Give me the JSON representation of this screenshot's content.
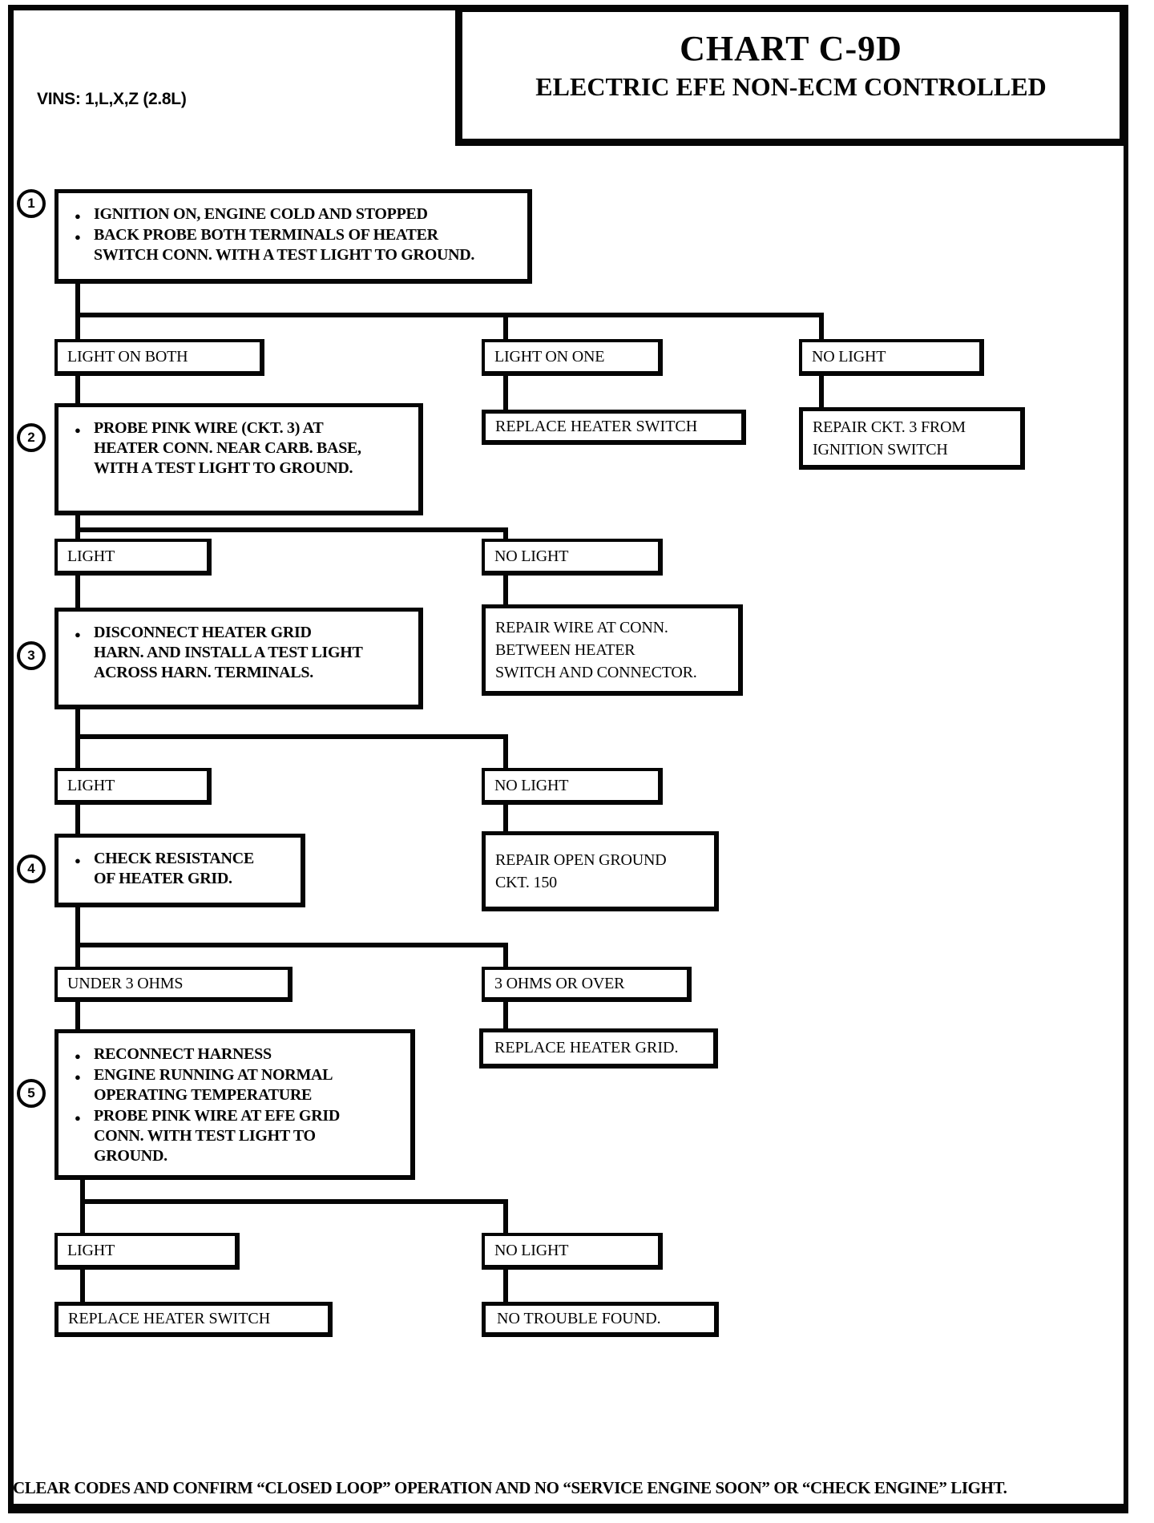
{
  "page": {
    "vins": "VINS: 1,L,X,Z (2.8L)",
    "title": "CHART C-9D",
    "subtitle": "ELECTRIC EFE NON-ECM CONTROLLED",
    "footer": "CLEAR CODES AND CONFIRM “CLOSED LOOP” OPERATION AND NO “SERVICE ENGINE SOON” OR “CHECK ENGINE” LIGHT."
  },
  "flow": {
    "step1": {
      "num": "1",
      "bullets": [
        [
          "IGNITION ON, ENGINE COLD AND STOPPED"
        ],
        [
          "BACK PROBE BOTH TERMINALS OF HEATER",
          "SWITCH CONN. WITH A TEST LIGHT TO GROUND."
        ]
      ]
    },
    "row1": {
      "left": "LIGHT ON BOTH",
      "mid": "LIGHT ON ONE",
      "right": "NO LIGHT"
    },
    "replace_switch_1": [
      "REPLACE HEATER SWITCH"
    ],
    "repair_ckt3": [
      "REPAIR CKT. 3 FROM",
      "IGNITION SWITCH"
    ],
    "step2": {
      "num": "2",
      "bullets": [
        [
          "PROBE PINK WIRE (CKT. 3) AT",
          "HEATER CONN. NEAR CARB. BASE,",
          "WITH A TEST LIGHT TO GROUND."
        ]
      ]
    },
    "row2": {
      "left": "LIGHT",
      "right": "NO LIGHT"
    },
    "repair_wire": [
      "REPAIR WIRE AT CONN.",
      "BETWEEN HEATER",
      "SWITCH AND CONNECTOR."
    ],
    "step3": {
      "num": "3",
      "bullets": [
        [
          "DISCONNECT HEATER GRID",
          "HARN. AND INSTALL A TEST LIGHT",
          "ACROSS HARN. TERMINALS."
        ]
      ]
    },
    "row3": {
      "left": "LIGHT",
      "right": "NO LIGHT"
    },
    "repair_ground": [
      "REPAIR OPEN GROUND",
      "CKT. 150"
    ],
    "step4": {
      "num": "4",
      "bullets": [
        [
          "CHECK RESISTANCE",
          "OF HEATER GRID."
        ]
      ]
    },
    "row4": {
      "left": "UNDER 3 OHMS",
      "right": "3 OHMS OR OVER"
    },
    "replace_grid": [
      "REPLACE HEATER GRID."
    ],
    "step5": {
      "num": "5",
      "bullets": [
        [
          "RECONNECT HARNESS"
        ],
        [
          "ENGINE RUNNING AT NORMAL",
          "OPERATING TEMPERATURE"
        ],
        [
          "PROBE PINK WIRE AT EFE GRID",
          "CONN. WITH TEST LIGHT TO",
          "GROUND."
        ]
      ]
    },
    "row5": {
      "left": "LIGHT",
      "right": "NO LIGHT"
    },
    "replace_switch_2": [
      "REPLACE HEATER SWITCH"
    ],
    "no_trouble": [
      "NO TROUBLE FOUND."
    ]
  }
}
